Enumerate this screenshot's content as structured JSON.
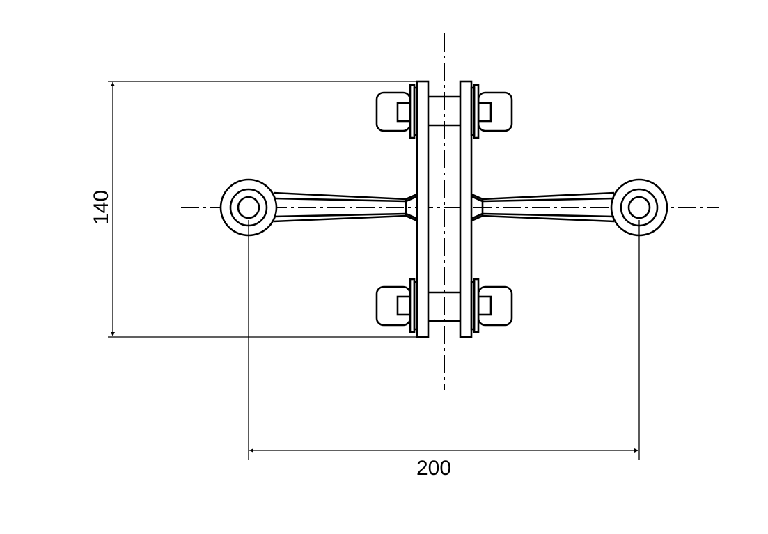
{
  "drawing": {
    "type": "technical-drawing",
    "subject": "spider fitting (glass fitting) front view",
    "colors": {
      "line": "#000000",
      "background": "#ffffff"
    }
  },
  "dimensions": {
    "vertical": {
      "value": "140",
      "label": "140"
    },
    "horizontal": {
      "value": "200",
      "label": "200"
    }
  }
}
